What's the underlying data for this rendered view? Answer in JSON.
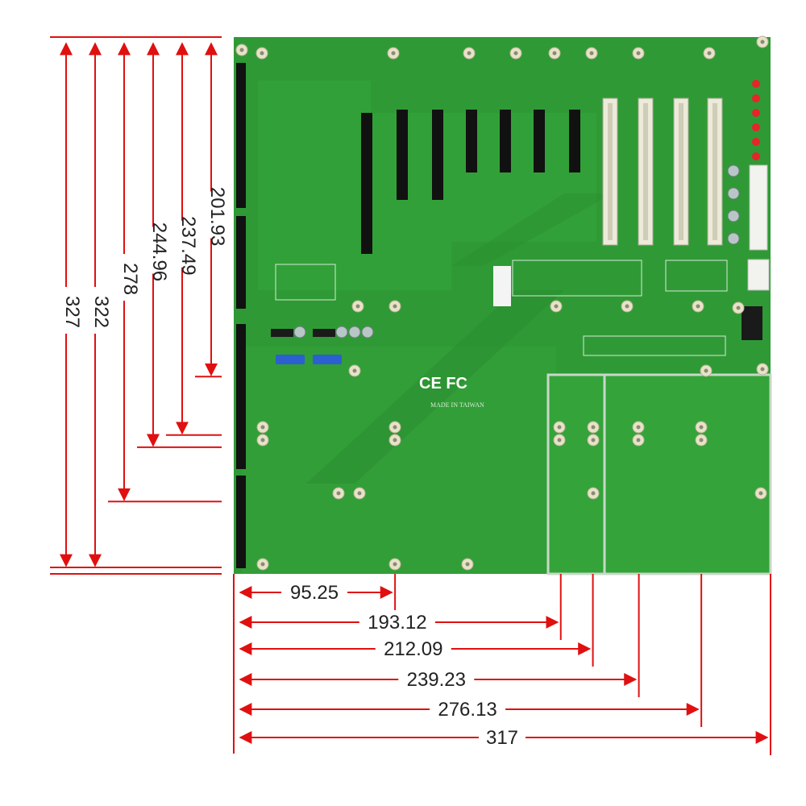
{
  "colors": {
    "pcb": "#2f9a35",
    "pcb_dark": "#247c2b",
    "trace": "#3aa83f",
    "slot_black": "#111111",
    "slot_white": "#ecead8",
    "dimension": "#e01010",
    "text": "#222222"
  },
  "board": {
    "certification": "CE FC",
    "made_in": "MADE IN TAIWAN"
  },
  "dimensions": {
    "unit": "mm",
    "board_width": 317,
    "board_height": 327,
    "vertical": [
      {
        "label": "327",
        "value": 327
      },
      {
        "label": "322",
        "value": 322
      },
      {
        "label": "278",
        "value": 278
      },
      {
        "label": "244.96",
        "value": 244.96
      },
      {
        "label": "237.49",
        "value": 237.49
      },
      {
        "label": "201.93",
        "value": 201.93
      }
    ],
    "horizontal": [
      {
        "label": "95.25",
        "value": 95.25
      },
      {
        "label": "193.12",
        "value": 193.12
      },
      {
        "label": "212.09",
        "value": 212.09
      },
      {
        "label": "239.23",
        "value": 239.23
      },
      {
        "label": "276.13",
        "value": 276.13
      },
      {
        "label": "317",
        "value": 317
      }
    ]
  }
}
